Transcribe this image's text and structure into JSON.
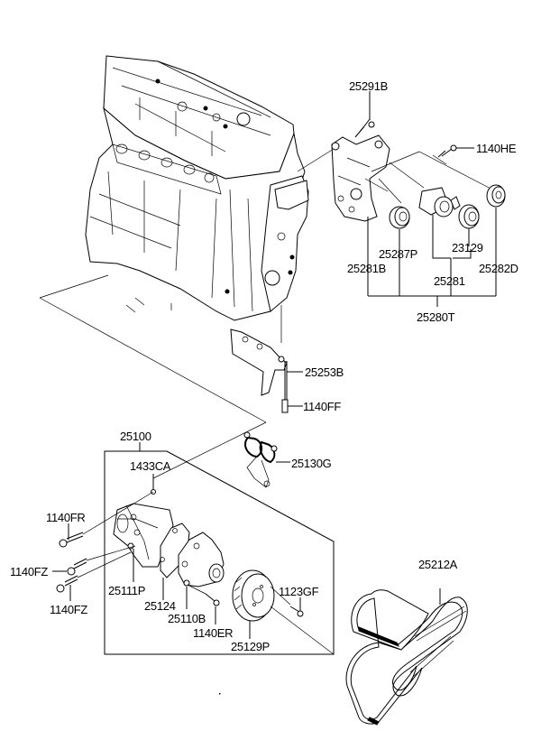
{
  "diagram": {
    "type": "exploded-parts-diagram",
    "subject": "Engine front — belt tensioner, water pump, pulley and drive belt",
    "colors": {
      "ink": "#000000",
      "background": "#ffffff"
    },
    "groups": {
      "tensioner_assembly": {
        "parent": "25280T",
        "children": [
          "25281B",
          "25287P",
          "25281",
          "25282D"
        ],
        "sub_of_25281": [
          "23129"
        ]
      },
      "water_pump_assembly": {
        "parent": "25100",
        "children": [
          "1433CA",
          "25111P",
          "25124",
          "25110B",
          "1140ER",
          "25129P",
          "1123GF"
        ]
      }
    },
    "labels": {
      "p25291B": "25291B",
      "p1140HE": "1140HE",
      "p25287P": "25287P",
      "p23129": "23129",
      "p25281B": "25281B",
      "p25281": "25281",
      "p25282D": "25282D",
      "p25280T": "25280T",
      "p25253B": "25253B",
      "p1140FF": "1140FF",
      "p25100": "25100",
      "p25130G": "25130G",
      "p1433CA": "1433CA",
      "p1140FR": "1140FR",
      "p1140FZ_a": "1140FZ",
      "p1140FZ_b": "1140FZ",
      "p25111P": "25111P",
      "p25124": "25124",
      "p25110B": "25110B",
      "p1140ER": "1140ER",
      "p1123GF": "1123GF",
      "p25129P": "25129P",
      "p25212A": "25212A"
    }
  }
}
